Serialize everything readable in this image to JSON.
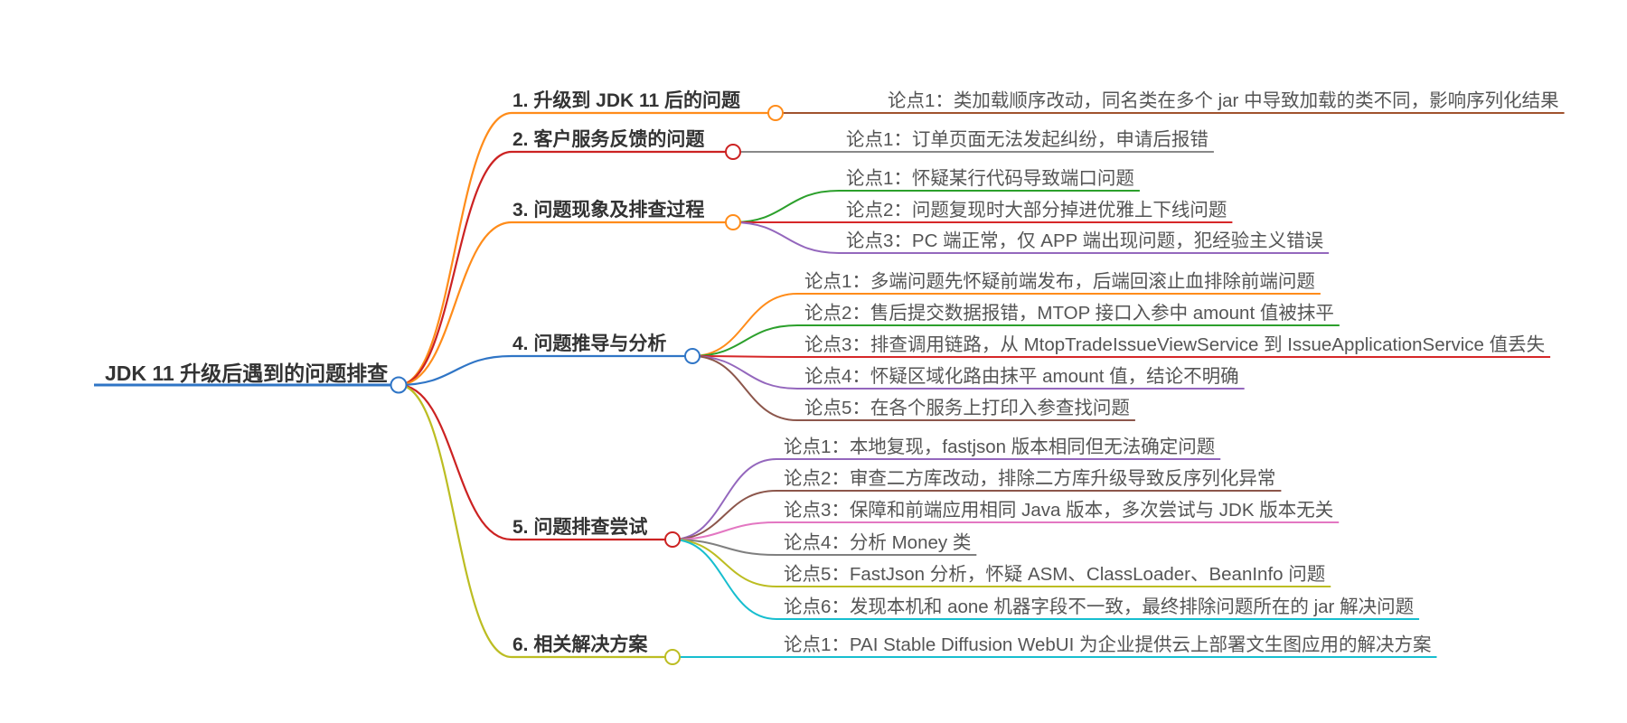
{
  "root": {
    "label": "JDK 11 升级后遇到的问题排查",
    "color": "#2f75c6"
  },
  "branches": [
    {
      "label": "1. 升级到 JDK 11 后的问题",
      "color": "#ff8c1a",
      "leaves": [
        {
          "label": "论点1：类加载顺序改动，同名类在多个 jar 中导致加载的类不同，影响序列化结果",
          "color": "#a0522d"
        }
      ]
    },
    {
      "label": "2. 客户服务反馈的问题",
      "color": "#cc2222",
      "leaves": [
        {
          "label": "论点1：订单页面无法发起纠纷，申请后报错",
          "color": "#888888"
        }
      ]
    },
    {
      "label": "3. 问题现象及排查过程",
      "color": "#ff8c1a",
      "leaves": [
        {
          "label": "论点1：怀疑某行代码导致端口问题",
          "color": "#2ca02c"
        },
        {
          "label": "论点2：问题复现时大部分掉进优雅上下线问题",
          "color": "#d62728"
        },
        {
          "label": "论点3：PC 端正常，仅 APP 端出现问题，犯经验主义错误",
          "color": "#9467bd"
        }
      ]
    },
    {
      "label": "4. 问题推导与分析",
      "color": "#2f75c6",
      "leaves": [
        {
          "label": "论点1：多端问题先怀疑前端发布，后端回滚止血排除前端问题",
          "color": "#ff8c1a"
        },
        {
          "label": "论点2：售后提交数据报错，MTOP 接口入参中 amount 值被抹平",
          "color": "#2ca02c"
        },
        {
          "label": "论点3：排查调用链路，从 MtopTradeIssueViewService 到 IssueApplicationService 值丢失",
          "color": "#d62728"
        },
        {
          "label": "论点4：怀疑区域化路由抹平 amount 值，结论不明确",
          "color": "#9467bd"
        },
        {
          "label": "论点5：在各个服务上打印入参查找问题",
          "color": "#8c564b"
        }
      ]
    },
    {
      "label": "5. 问题排查尝试",
      "color": "#cc2222",
      "leaves": [
        {
          "label": "论点1：本地复现，fastjson 版本相同但无法确定问题",
          "color": "#9467bd"
        },
        {
          "label": "论点2：审查二方库改动，排除二方库升级导致反序列化异常",
          "color": "#8c564b"
        },
        {
          "label": "论点3：保障和前端应用相同 Java 版本，多次尝试与 JDK 版本无关",
          "color": "#e377c2"
        },
        {
          "label": "论点4：分析 Money 类",
          "color": "#7f7f7f"
        },
        {
          "label": "论点5：FastJson 分析，怀疑 ASM、ClassLoader、BeanInfo 问题",
          "color": "#bcbd22"
        },
        {
          "label": "论点6：发现本机和 aone 机器字段不一致，最终排除问题所在的 jar 解决问题",
          "color": "#17becf"
        }
      ]
    },
    {
      "label": "6. 相关解决方案",
      "color": "#bcbd22",
      "leaves": [
        {
          "label": "论点1：PAI Stable Diffusion WebUI 为企业提供云上部署文生图应用的解决方案",
          "color": "#17becf"
        }
      ]
    }
  ]
}
